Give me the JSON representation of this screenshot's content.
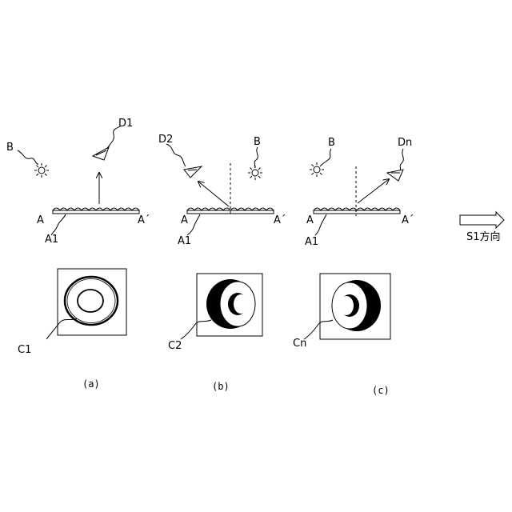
{
  "panels": [
    {
      "id": "a",
      "source_label": "B",
      "detector_label": "D1",
      "left_end_label": "A",
      "right_end_label": "A´",
      "surface_label": "A1",
      "ring_label": "C1",
      "caption": "(a)"
    },
    {
      "id": "b",
      "source_label": "B",
      "detector_label": "D2",
      "left_end_label": "A",
      "right_end_label": "A´",
      "surface_label": "A1",
      "ring_label": "C2",
      "caption": "(b)"
    },
    {
      "id": "c",
      "source_label": "B",
      "detector_label": "Dn",
      "left_end_label": "A",
      "right_end_label": "A´",
      "surface_label": "A1",
      "ring_label": "Cn",
      "caption": "(c)"
    }
  ],
  "direction_label": "S1方向"
}
